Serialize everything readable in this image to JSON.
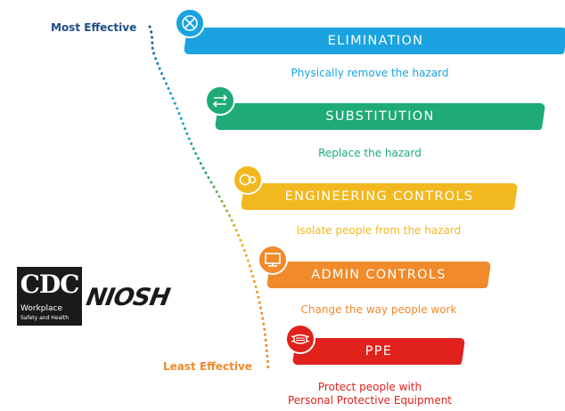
{
  "scale": {
    "top_label": "Most Effective",
    "bottom_label": "Least Effective",
    "dot_colors": [
      "#1d4d86",
      "#1aa3e0",
      "#1eab78",
      "#f2b81f",
      "#f08a2a",
      "#e0211c"
    ]
  },
  "levels": [
    {
      "title": "ELIMINATION",
      "caption": "Physically remove the hazard",
      "color": "#1aa3e0",
      "icon": "cancel-circle-icon"
    },
    {
      "title": "SUBSTITUTION",
      "caption": "Replace the hazard",
      "color": "#1eab78",
      "icon": "swap-arrows-icon"
    },
    {
      "title": "ENGINEERING CONTROLS",
      "caption": "Isolate people from the hazard",
      "color": "#f2b81f",
      "icon": "linked-circles-icon"
    },
    {
      "title": "ADMIN CONTROLS",
      "caption": "Change the way people work",
      "color": "#f08a2a",
      "icon": "monitor-icon"
    },
    {
      "title": "PPE",
      "caption_line1": "Protect people with",
      "caption_line2": "Personal Protective Equipment",
      "color": "#e0211c",
      "icon": "face-mask-icon"
    }
  ],
  "logos": {
    "cdc": {
      "text": "CDC",
      "subtext": "Workplace",
      "subtext2": "Safety and Health"
    },
    "niosh": {
      "text": "NIOSH"
    }
  }
}
